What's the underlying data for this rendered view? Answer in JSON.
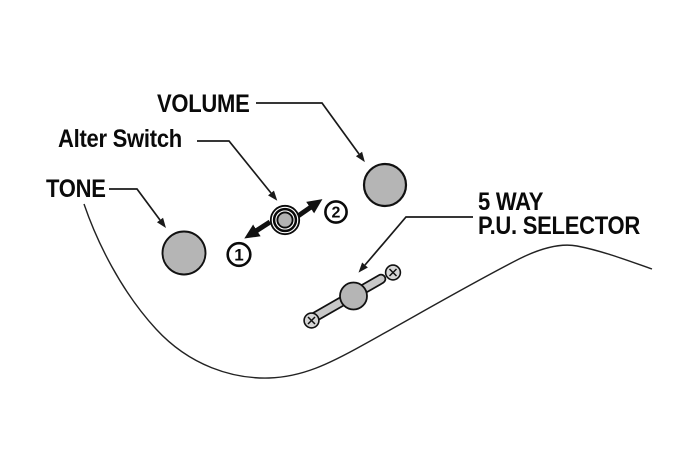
{
  "diagram": {
    "background_color": "#ffffff",
    "labels": {
      "volume": "VOLUME",
      "alter_switch": "Alter Switch",
      "tone": "TONE",
      "selector_line1": "5 WAY",
      "selector_line2": "P.U. SELECTOR"
    },
    "position_markers": {
      "position_1": "1",
      "position_2": "2"
    },
    "icons": {
      "volume_knob": "knob-circle",
      "tone_knob": "knob-circle",
      "alter_switch": "concentric-ring-switch",
      "pickup_selector": "lever-switch",
      "selector_screws": "phillips-screw-x2",
      "body_outline": "guitar-body-curve",
      "leader_lines": "thin-arrow-x4",
      "direction_arrows": "bold-arrow-x2"
    },
    "colors": {
      "line": "#1a1a1a",
      "text": "#0a0a0a",
      "knob_fill": "#b5b5b5",
      "lever_fill": "#c8c8c8",
      "screw_fill": "#d6d6d6"
    }
  }
}
